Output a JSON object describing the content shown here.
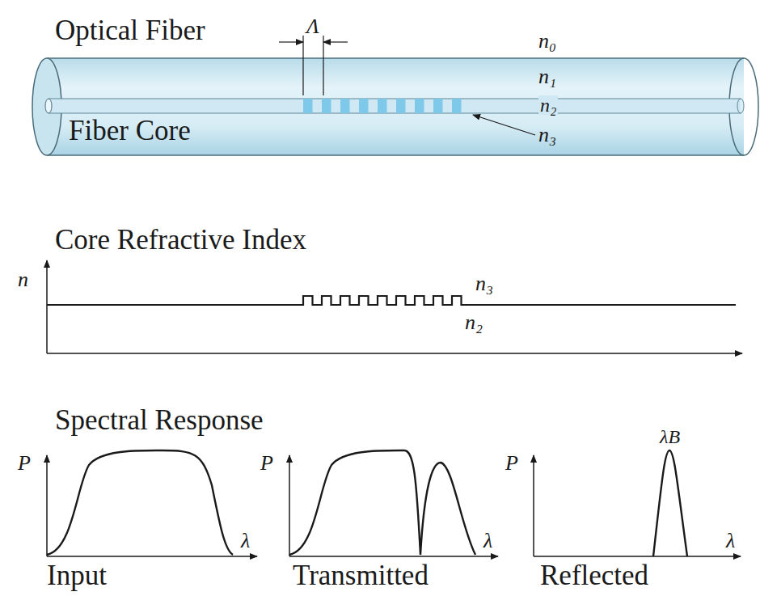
{
  "diagram": {
    "labels": [
      "Optical Fiber",
      "Λ",
      "n₀",
      "n₁",
      "n₂",
      "n₃",
      "Fiber Core",
      "Core Refractive Index",
      "n",
      "n₃",
      "n₂",
      "Spectral Response",
      "P",
      "λ",
      "Input",
      "P",
      "λ",
      "Transmitted",
      "P",
      "λ",
      "λB",
      "Reflected"
    ]
  }
}
